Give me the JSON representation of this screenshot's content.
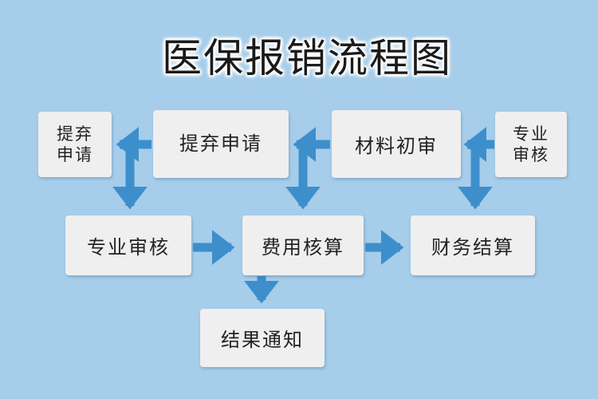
{
  "title": "医保报销流程图",
  "nodes": {
    "submit_small": {
      "line1": "提弃",
      "line2": "申请"
    },
    "submit": "提弃申请",
    "initial_review": "材料初审",
    "expert_small": {
      "line1": "专业",
      "line2": "审核"
    },
    "expert_review": "专业审核",
    "cost_accounting": "费用核算",
    "finance_settlement": "财务结算",
    "result_notice": "结果通知"
  },
  "colors": {
    "background": "#a6cdea",
    "arrow": "#3d8fcc",
    "box": "#efefef"
  }
}
